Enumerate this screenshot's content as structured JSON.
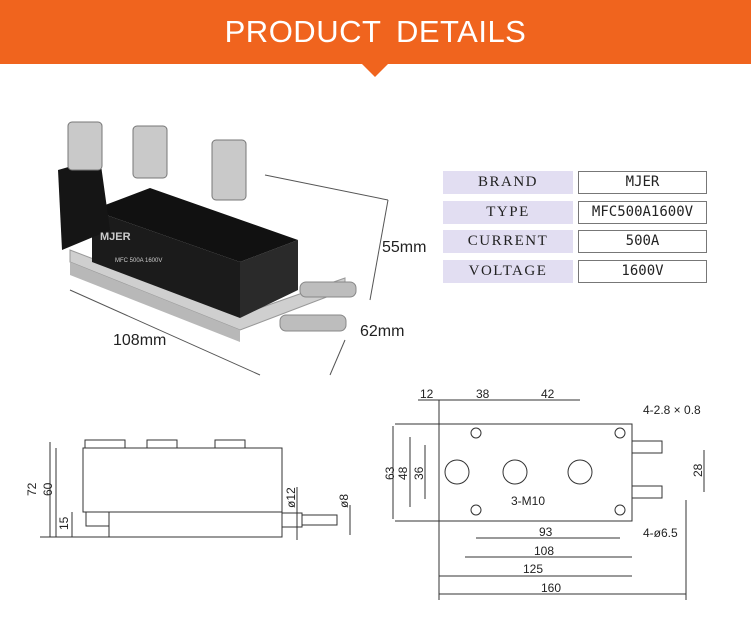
{
  "banner": {
    "title": "PRODUCT DETAILS",
    "color": "#f0641e"
  },
  "photo": {
    "brand_mark": "MJER",
    "model_print": "MFC 500A 1600V",
    "dim_height": "55mm",
    "dim_length": "108mm",
    "dim_width": "62mm"
  },
  "specs": [
    {
      "label": "BRAND",
      "value": "MJER"
    },
    {
      "label": "TYPE",
      "value": "MFC500A1600V"
    },
    {
      "label": "CURRENT",
      "value": "500A"
    },
    {
      "label": "VOLTAGE",
      "value": "1600V"
    }
  ],
  "side_drawing": {
    "d72": "72",
    "d60": "60",
    "d15": "15",
    "d12": "ø12",
    "d8": "ø8"
  },
  "top_drawing": {
    "d12": "12",
    "d38": "38",
    "d42": "42",
    "tab": "4-2.8 × 0.8",
    "d63": "63",
    "d48": "48",
    "d36": "36",
    "d28": "28",
    "screws": "3-M10",
    "holes": "4-ø6.5",
    "d93": "93",
    "d108": "108",
    "d125": "125",
    "d160": "160"
  }
}
